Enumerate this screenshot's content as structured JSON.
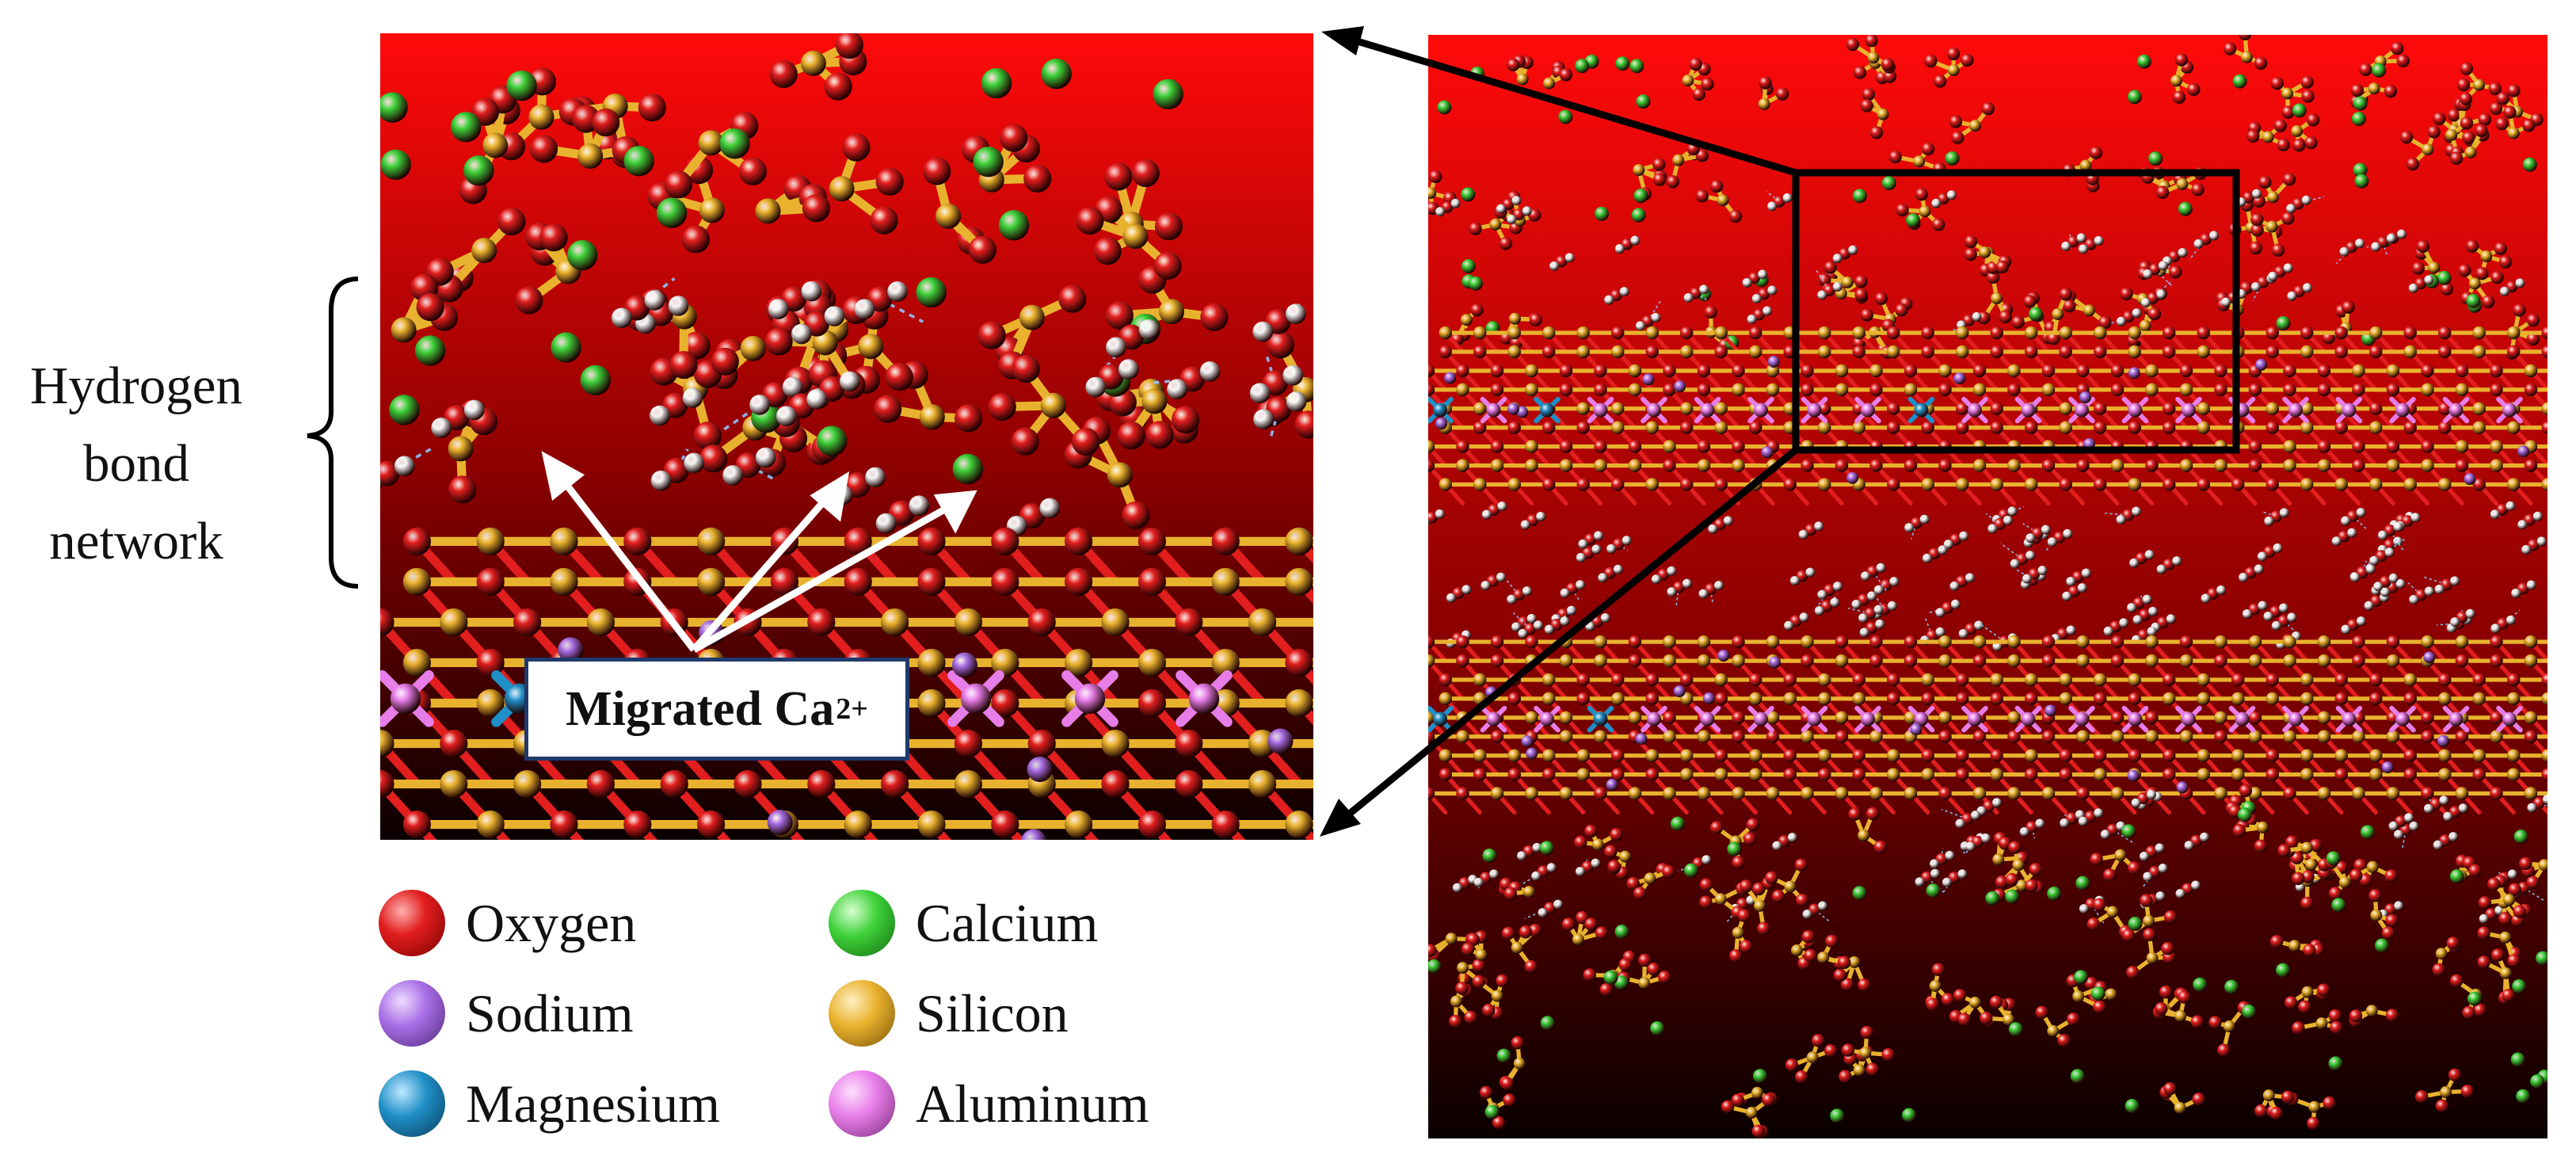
{
  "annotations": {
    "hydrogen_bond_label": [
      "Hydrogen",
      "bond",
      "network"
    ],
    "callout_text": "Migrated Ca",
    "callout_charge": "2+"
  },
  "legend": [
    {
      "label": "Oxygen",
      "color": "#e21e1e"
    },
    {
      "label": "Sodium",
      "color": "#a96ee6"
    },
    {
      "label": "Magnesium",
      "color": "#1f8fc7"
    },
    {
      "label": "Calcium",
      "color": "#3fd23a"
    },
    {
      "label": "Silicon",
      "color": "#e9b22e"
    },
    {
      "label": "Aluminum",
      "color": "#e77ee8"
    }
  ],
  "colors": {
    "panel_top": "#ff0a0a",
    "panel_bottom": "#0a0000",
    "oxygen": "#e21e1e",
    "silicon": "#e9b22e",
    "calcium": "#3fd23a",
    "hydrogen": "#f4f4f4",
    "sodium": "#a96ee6",
    "magnesium": "#1f8fc7",
    "aluminum": "#e77ee8",
    "hbond": "#8ec5ff"
  }
}
